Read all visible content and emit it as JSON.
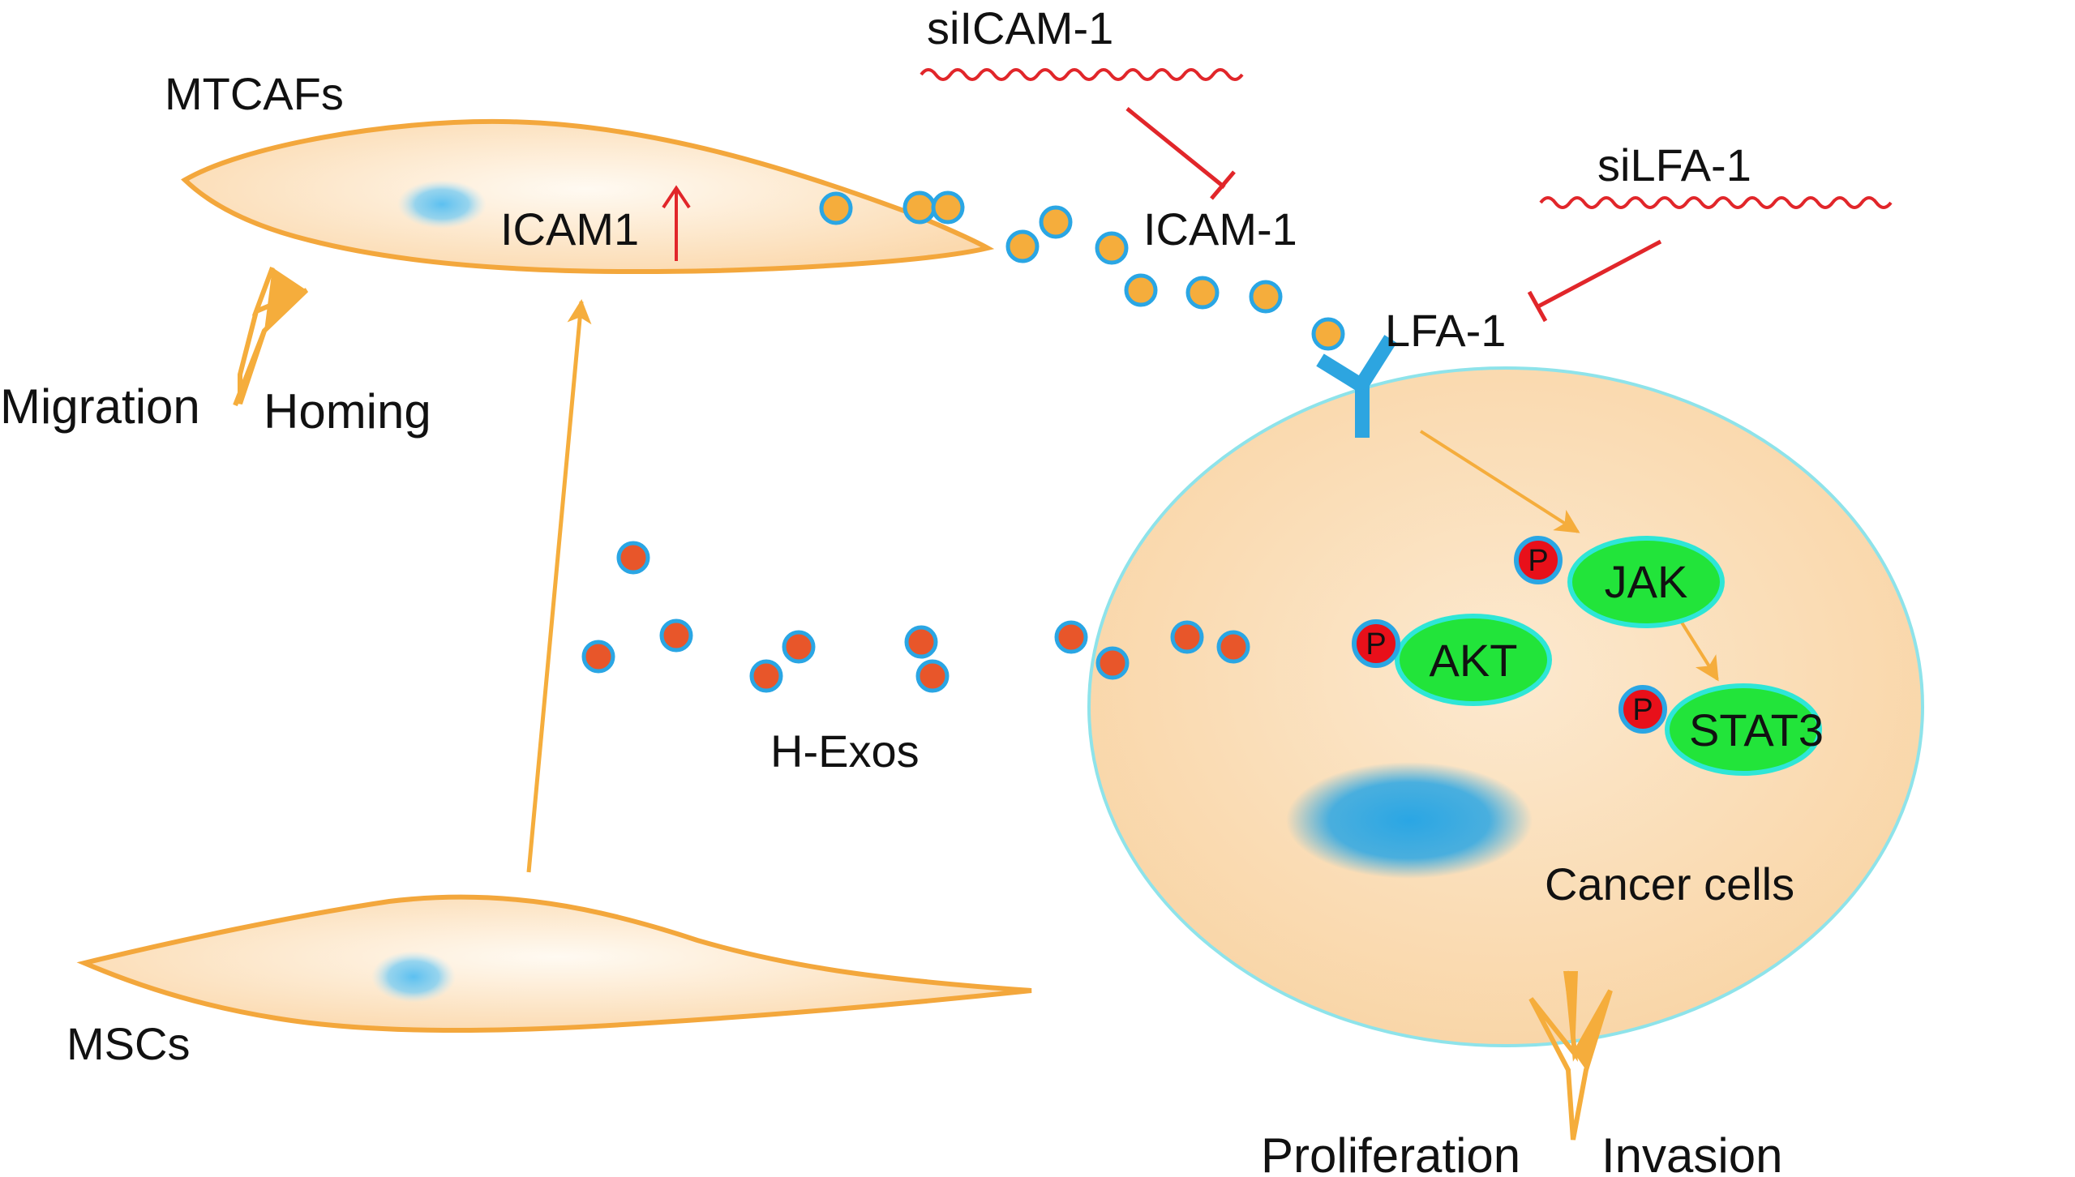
{
  "labels": {
    "mtcafs": "MTCAFs",
    "icam1_in_cell": "ICAM1",
    "migration": "Migration",
    "homing": "Homing",
    "siicam": "siICAM-1",
    "icam": "ICAM-1",
    "silfa": "siLFA-1",
    "lfa": "LFA-1",
    "hexos": "H-Exos",
    "mscs": "MSCs",
    "cancer_cells": "Cancer cells",
    "proliferation": "Proliferation",
    "invasion": "Invasion"
  },
  "proteins": {
    "jak": "JAK",
    "akt": "AKT",
    "stat3": "STAT3",
    "phospho": "P"
  },
  "colors": {
    "cell_fill": "#fbe3c4",
    "cell_stroke": "#f3a73c",
    "nucleus": "#2aa6e4",
    "cancer_fill": "#f9dfbd",
    "cancer_stroke": "#8ee3ea",
    "arrow": "#f5ad3c",
    "inhibit": "#e1262a",
    "receptor": "#2da5e0",
    "exo_orange": "#f5ad3c",
    "exo_red": "#e8562a",
    "exo_ring": "#2aa6e4",
    "protein_fill": "#22e43a",
    "protein_ring": "#2ee6d7",
    "phospho_fill": "#e8101a"
  }
}
